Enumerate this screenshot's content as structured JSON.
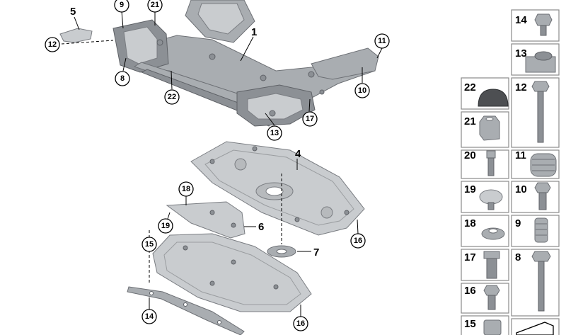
{
  "diagram": {
    "main_callouts": {
      "n1": "1",
      "n4": "4",
      "n5": "5",
      "n6": "6",
      "n7": "7",
      "n8": "8",
      "n9": "9",
      "n10": "10",
      "n11": "11",
      "n12": "12",
      "n13": "13",
      "n14": "14",
      "n15": "15",
      "n16a": "16",
      "n16b": "16",
      "n17": "17",
      "n18": "18",
      "n19": "19",
      "n21": "21",
      "n22": "22"
    },
    "parts_panel": [
      {
        "id": "14",
        "part": "bolt"
      },
      {
        "id": "13",
        "part": "rubber-mount"
      },
      {
        "id": "22",
        "part": "rubber-cap"
      },
      {
        "id": "12",
        "part": "long-bolt"
      },
      {
        "id": "21",
        "part": "hex-nut"
      },
      {
        "id": "20",
        "part": "socket-screw"
      },
      {
        "id": "11",
        "part": "threaded-insert"
      },
      {
        "id": "19",
        "part": "plug"
      },
      {
        "id": "10",
        "part": "collar-bolt"
      },
      {
        "id": "18",
        "part": "grommet"
      },
      {
        "id": "9",
        "part": "insert"
      },
      {
        "id": "17",
        "part": "expansion-nut"
      },
      {
        "id": "8",
        "part": "long-bolt"
      },
      {
        "id": "16",
        "part": "flange-bolt"
      },
      {
        "id": "15",
        "part": "clip"
      }
    ]
  }
}
